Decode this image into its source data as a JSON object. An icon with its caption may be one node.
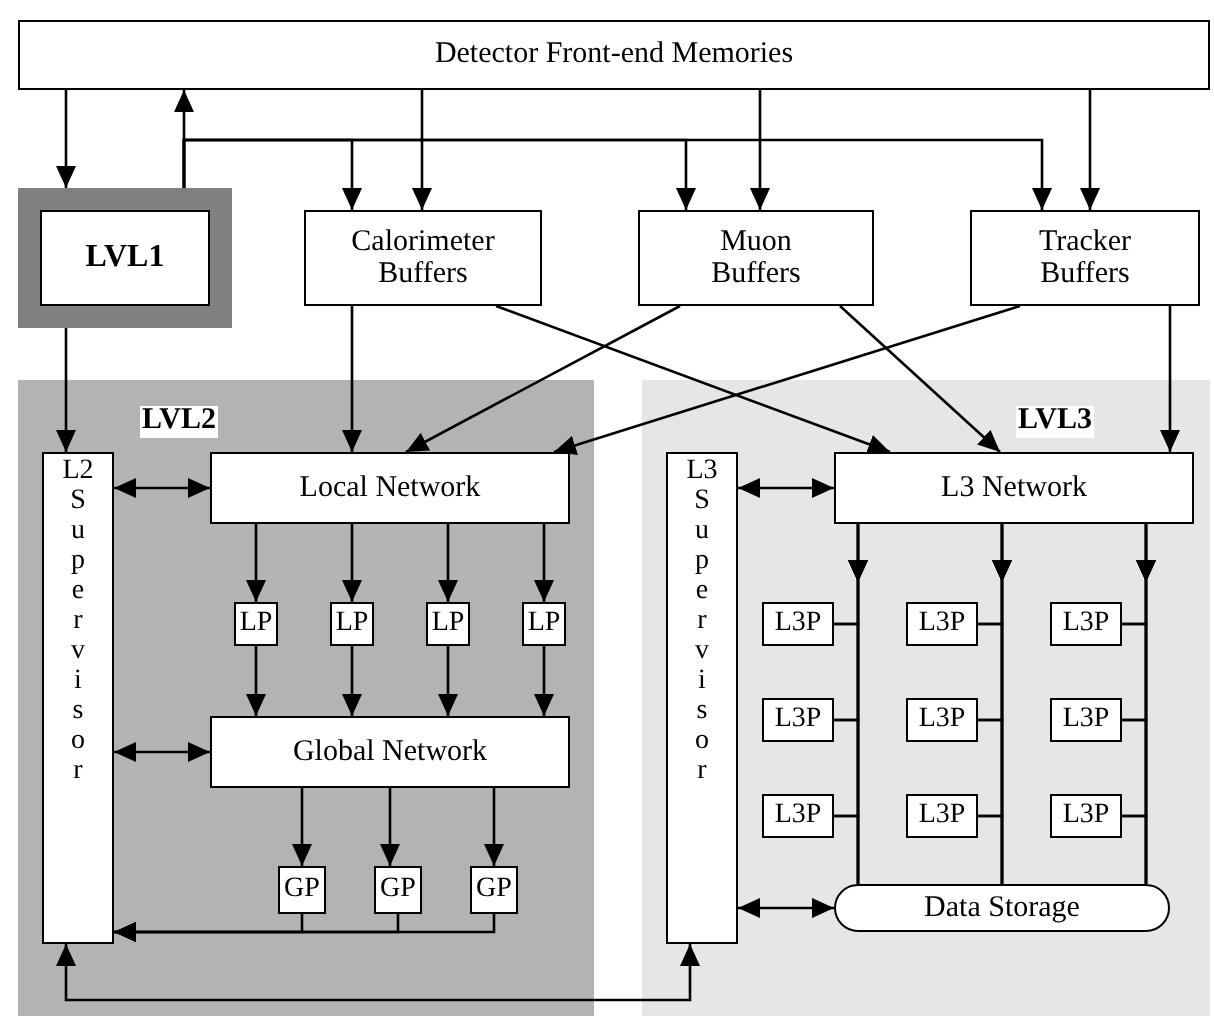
{
  "diagram": {
    "nodes": [
      {
        "text": [
          "Detector Front-end Memories"
        ]
      },
      {
        "text": [
          "LVL1"
        ]
      },
      {
        "text": [
          "Calorimeter Buffers"
        ]
      },
      {
        "text": [
          "Muon Buffers"
        ]
      },
      {
        "text": [
          "Tracker Buffers"
        ]
      },
      {
        "text": [
          "LVL2"
        ]
      },
      {
        "text": [
          "L2 Supervisor"
        ],
        "in": 5
      },
      {
        "text": [
          "Local Network"
        ],
        "in": 5
      },
      {
        "text": [
          "LP"
        ],
        "in": 5
      },
      {
        "text": [
          "LP"
        ],
        "in": 5
      },
      {
        "text": [
          "LP"
        ],
        "in": 5
      },
      {
        "text": [
          "LP"
        ],
        "in": 5
      },
      {
        "text": [
          "Global Network"
        ],
        "in": 5
      },
      {
        "text": [
          "GP"
        ],
        "in": 5
      },
      {
        "text": [
          "GP"
        ],
        "in": 5
      },
      {
        "text": [
          "GP"
        ],
        "in": 5
      },
      {
        "text": [
          "LVL3"
        ]
      },
      {
        "text": [
          "L3 Supervisor"
        ],
        "in": 16
      },
      {
        "text": [
          "L3 Network"
        ],
        "in": 16
      },
      {
        "text": [
          "L3P"
        ],
        "in": 16
      },
      {
        "text": [
          "L3P"
        ],
        "in": 16
      },
      {
        "text": [
          "L3P"
        ],
        "in": 16
      },
      {
        "text": [
          "L3P"
        ],
        "in": 16
      },
      {
        "text": [
          "L3P"
        ],
        "in": 16
      },
      {
        "text": [
          "L3P"
        ],
        "in": 16
      },
      {
        "text": [
          "L3P"
        ],
        "in": 16
      },
      {
        "text": [
          "L3P"
        ],
        "in": 16
      },
      {
        "text": [
          "L3P"
        ],
        "in": 16
      },
      {
        "text": [
          "Data Storage"
        ],
        "in": 16
      }
    ],
    "edges": [
      {
        "from": 0,
        "to": 1,
        "arrow": "to"
      },
      {
        "from": 1,
        "to": 0,
        "arrow": "to"
      },
      {
        "from": 1,
        "to": 2,
        "arrow": "to"
      },
      {
        "from": 1,
        "to": 3,
        "arrow": "to"
      },
      {
        "from": 1,
        "to": 4,
        "arrow": "to"
      },
      {
        "from": 0,
        "to": 2,
        "arrow": "to"
      },
      {
        "from": 0,
        "to": 3,
        "arrow": "to"
      },
      {
        "from": 0,
        "to": 4,
        "arrow": "to"
      },
      {
        "from": 1,
        "to": 6,
        "arrow": "to"
      },
      {
        "from": 2,
        "to": 7,
        "arrow": "to"
      },
      {
        "from": 2,
        "to": 18,
        "arrow": "to"
      },
      {
        "from": 3,
        "to": 7,
        "arrow": "to"
      },
      {
        "from": 3,
        "to": 18,
        "arrow": "to"
      },
      {
        "from": 4,
        "to": 7,
        "arrow": "to"
      },
      {
        "from": 4,
        "to": 18,
        "arrow": "to"
      },
      {
        "from": 6,
        "to": 7,
        "arrow": "both"
      },
      {
        "from": 6,
        "to": 12,
        "arrow": "both"
      },
      {
        "from": 7,
        "to": 8,
        "arrow": "to"
      },
      {
        "from": 7,
        "to": 9,
        "arrow": "to"
      },
      {
        "from": 7,
        "to": 10,
        "arrow": "to"
      },
      {
        "from": 7,
        "to": 11,
        "arrow": "to"
      },
      {
        "from": 8,
        "to": 12,
        "arrow": "to"
      },
      {
        "from": 9,
        "to": 12,
        "arrow": "to"
      },
      {
        "from": 10,
        "to": 12,
        "arrow": "to"
      },
      {
        "from": 11,
        "to": 12,
        "arrow": "to"
      },
      {
        "from": 12,
        "to": 13,
        "arrow": "to"
      },
      {
        "from": 12,
        "to": 14,
        "arrow": "to"
      },
      {
        "from": 12,
        "to": 15,
        "arrow": "to"
      },
      {
        "from": 13,
        "to": 6,
        "arrow": "to"
      },
      {
        "from": 14,
        "to": 6,
        "arrow": "to"
      },
      {
        "from": 15,
        "to": 6,
        "arrow": "to"
      },
      {
        "from": 6,
        "to": 17,
        "arrow": "both"
      },
      {
        "from": 17,
        "to": 18,
        "arrow": "both"
      },
      {
        "from": 17,
        "to": 28,
        "arrow": "both"
      },
      {
        "from": 18,
        "to": 19,
        "arrow": "to"
      },
      {
        "from": 18,
        "to": 20,
        "arrow": "to"
      },
      {
        "from": 18,
        "to": 21,
        "arrow": "to"
      },
      {
        "from": 18,
        "to": 22,
        "arrow": "to"
      },
      {
        "from": 18,
        "to": 23,
        "arrow": "to"
      },
      {
        "from": 18,
        "to": 24,
        "arrow": "to"
      },
      {
        "from": 18,
        "to": 25,
        "arrow": "to"
      },
      {
        "from": 18,
        "to": 26,
        "arrow": "to"
      },
      {
        "from": 18,
        "to": 27,
        "arrow": "to"
      },
      {
        "from": 19,
        "to": 28,
        "arrow": "none"
      },
      {
        "from": 20,
        "to": 28,
        "arrow": "none"
      },
      {
        "from": 21,
        "to": 28,
        "arrow": "none"
      },
      {
        "from": 22,
        "to": 28,
        "arrow": "none"
      },
      {
        "from": 23,
        "to": 28,
        "arrow": "none"
      },
      {
        "from": 24,
        "to": 28,
        "arrow": "none"
      },
      {
        "from": 25,
        "to": 28,
        "arrow": "none"
      },
      {
        "from": 26,
        "to": 28,
        "arrow": "none"
      },
      {
        "from": 27,
        "to": 28,
        "arrow": "none"
      }
    ]
  }
}
